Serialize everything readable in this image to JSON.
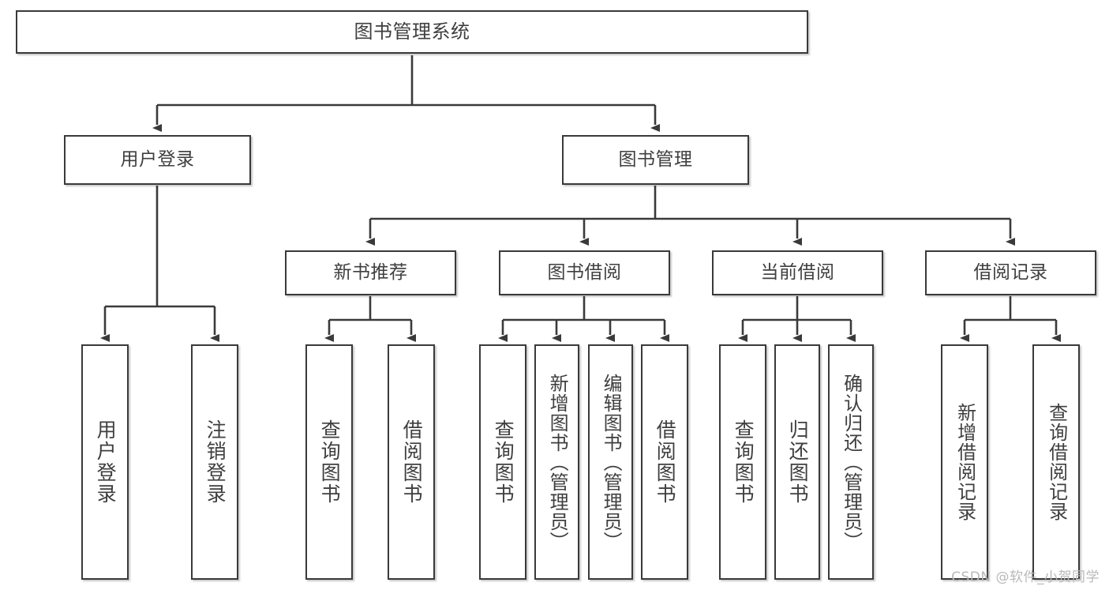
{
  "diagram": {
    "title": "图书管理系统",
    "type": "tree",
    "colors": {
      "stroke": "#3a3a3a",
      "fill": "#ffffff",
      "text": "#3f3f3f",
      "watermark": "#b9b9b9"
    },
    "root": {
      "label": "图书管理系统"
    },
    "level2": [
      {
        "label": "用户登录"
      },
      {
        "label": "图书管理"
      }
    ],
    "level3": [
      {
        "label": "新书推荐"
      },
      {
        "label": "图书借阅"
      },
      {
        "label": "当前借阅"
      },
      {
        "label": "借阅记录"
      }
    ],
    "leaves": {
      "user_login": [
        {
          "label": "用户登录"
        },
        {
          "label": "注销登录"
        }
      ],
      "new_books": [
        {
          "label": "查询图书"
        },
        {
          "label": "借阅图书"
        }
      ],
      "book_borrow": [
        {
          "label": "查询图书"
        },
        {
          "label": "新增图书（管理员）"
        },
        {
          "label": "编辑图书（管理员）"
        },
        {
          "label": "借阅图书"
        }
      ],
      "current_borrow": [
        {
          "label": "查询图书"
        },
        {
          "label": "归还图书"
        },
        {
          "label": "确认归还（管理员）"
        }
      ],
      "borrow_records": [
        {
          "label": "新增借阅记录"
        },
        {
          "label": "查询借阅记录"
        }
      ]
    }
  },
  "watermark": {
    "text": "CSDN @软件_小贺同学"
  }
}
